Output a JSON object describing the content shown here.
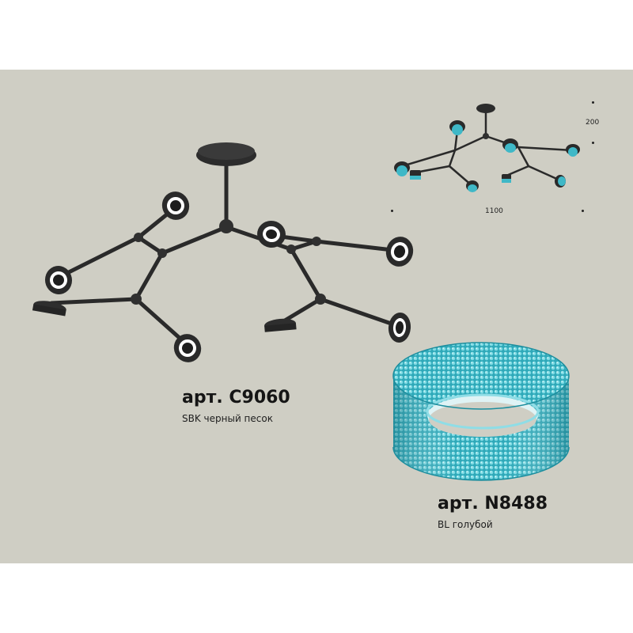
{
  "product_main": {
    "article": "арт. C9060",
    "finish": "SBK черный песок"
  },
  "product_accessory": {
    "article": "арт. N8488",
    "finish": "BL голубой"
  },
  "dimensions": {
    "height": "200",
    "width": "1100"
  },
  "colors": {
    "background": "#cfcec4",
    "frame": "#2b2b2b",
    "crystal": "#3fb8c7"
  },
  "icons": [
    "chandelier-image",
    "chandelier-thumbnail",
    "crystal-ring-image"
  ]
}
